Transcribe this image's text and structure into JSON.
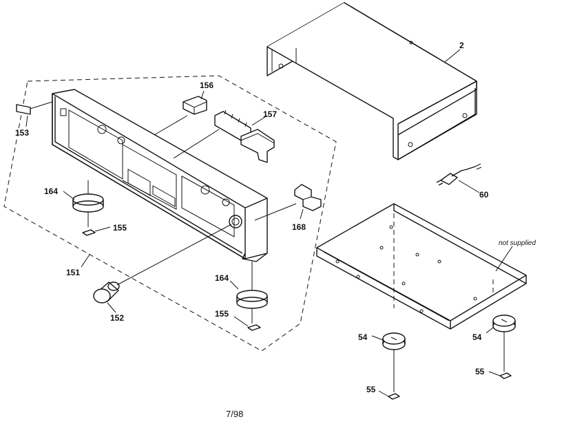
{
  "labels": {
    "p2": "2",
    "p60": "60",
    "p156": "156",
    "p157": "157",
    "p153": "153",
    "p164a": "164",
    "p155a": "155",
    "p168": "168",
    "p151": "151",
    "p152": "152",
    "p164b": "164",
    "p155b": "155",
    "p54a": "54",
    "p54b": "54",
    "p55a": "55",
    "p55b": "55"
  },
  "note": "not supplied",
  "footer": "7/98"
}
